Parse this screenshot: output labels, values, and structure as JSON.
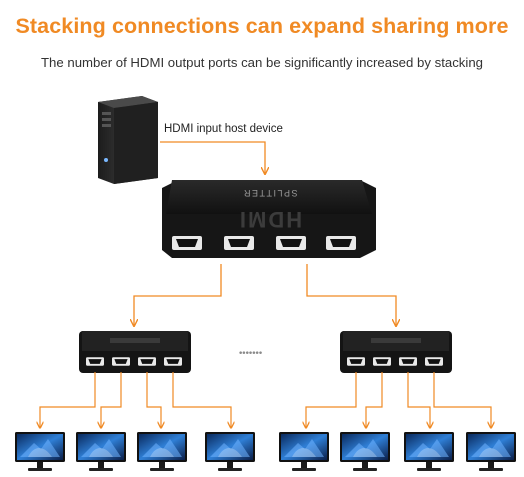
{
  "title": "Stacking connections can expand sharing more",
  "subtitle": "The number of HDMI output ports can be significantly increased by stacking",
  "host_label": "HDMI input host device",
  "accent_color": "#f08a24",
  "splitter_main": {
    "brand_text": "SPLITTER",
    "logo_text": "HDMI",
    "ports": 4
  },
  "splitter_left": {
    "ports": 4
  },
  "splitter_right": {
    "ports": 4
  },
  "monitors": 8,
  "ellipsis": "•••••••",
  "icons": [
    "pc-tower-icon",
    "hdmi-splitter-icon",
    "monitor-icon",
    "arrow-icon"
  ]
}
